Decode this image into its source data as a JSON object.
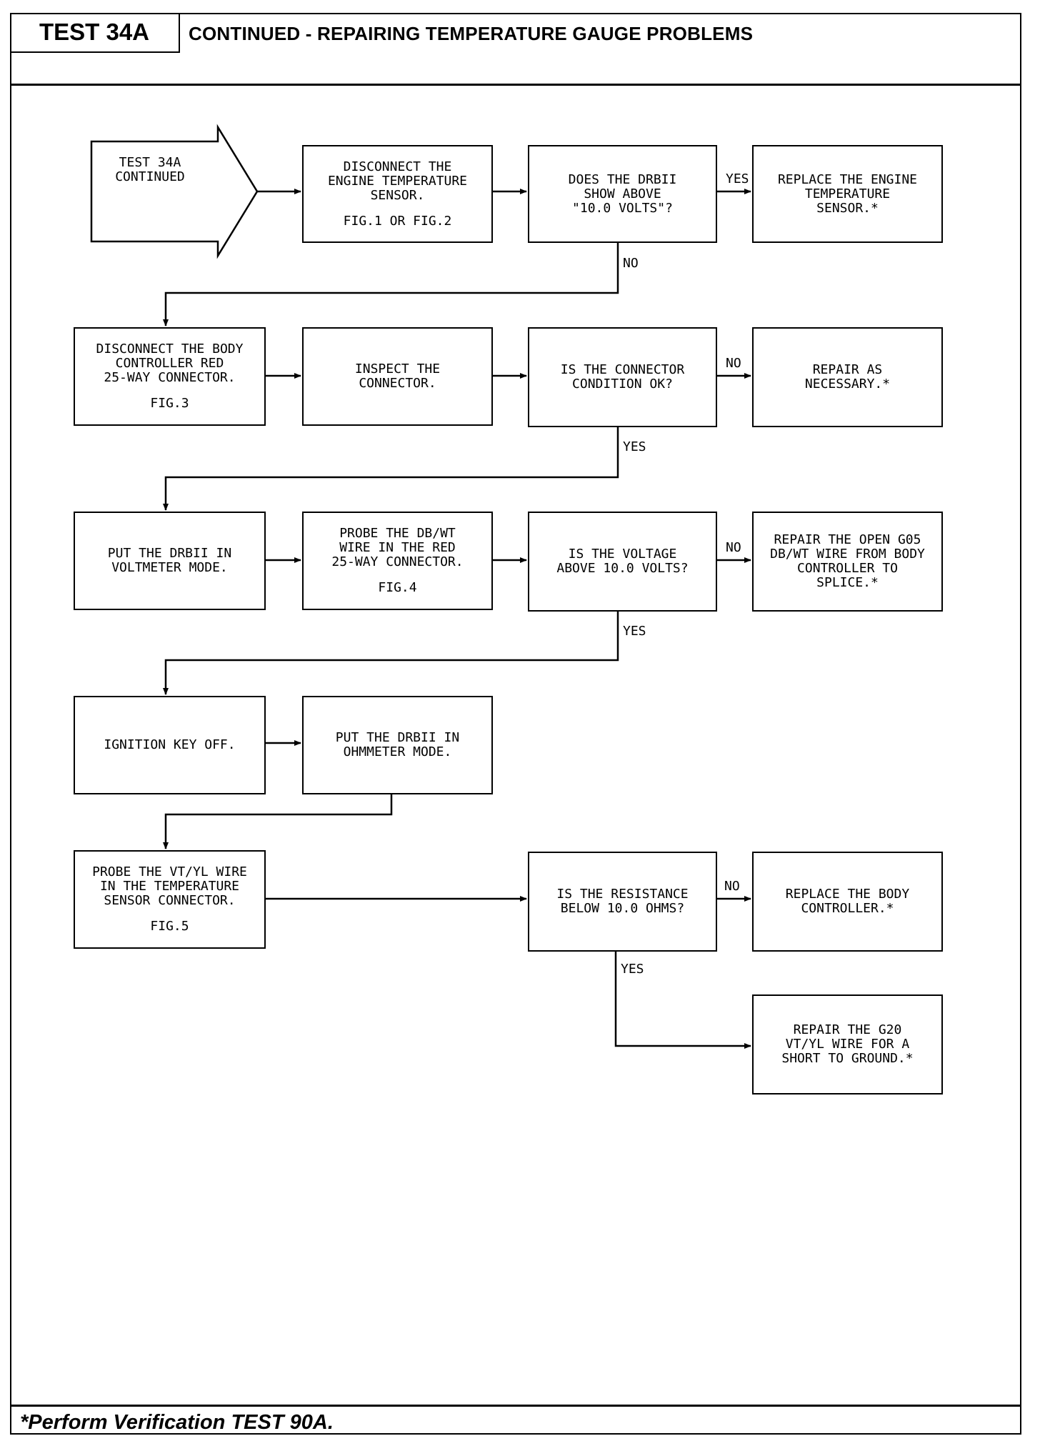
{
  "header": {
    "test_label": "TEST 34A",
    "title": "CONTINUED - REPAIRING TEMPERATURE GAUGE PROBLEMS"
  },
  "start": {
    "label": "TEST 34A\nCONTINUED"
  },
  "boxes": {
    "disconnect_sensor": {
      "text": "DISCONNECT THE\nENGINE TEMPERATURE\nSENSOR.",
      "ref": "FIG.1 OR FIG.2"
    },
    "drbii_volts": {
      "text": "DOES THE DRBII\nSHOW ABOVE\n\"10.0 VOLTS\"?"
    },
    "replace_sensor": {
      "text": "REPLACE THE ENGINE\nTEMPERATURE\nSENSOR.*"
    },
    "disconnect_body": {
      "text": "DISCONNECT THE BODY\nCONTROLLER RED\n25-WAY CONNECTOR.",
      "ref": "FIG.3"
    },
    "inspect_connector": {
      "text": "INSPECT THE\nCONNECTOR."
    },
    "connector_ok": {
      "text": "IS THE CONNECTOR\nCONDITION OK?"
    },
    "repair_necessary": {
      "text": "REPAIR AS\nNECESSARY.*"
    },
    "voltmeter_mode": {
      "text": "PUT THE DRBII IN\nVOLTMETER MODE."
    },
    "probe_dbwt": {
      "text": "PROBE THE DB/WT\nWIRE IN THE RED\n25-WAY CONNECTOR.",
      "ref": "FIG.4"
    },
    "voltage_above": {
      "text": "IS THE VOLTAGE\nABOVE 10.0 VOLTS?"
    },
    "repair_g05": {
      "text": "REPAIR THE OPEN G05\nDB/WT WIRE FROM BODY\nCONTROLLER TO\nSPLICE.*"
    },
    "ignition_off": {
      "text": "IGNITION KEY OFF."
    },
    "ohmmeter_mode": {
      "text": "PUT THE DRBII IN\nOHMMETER MODE."
    },
    "probe_vtyl": {
      "text": "PROBE THE VT/YL WIRE\nIN THE TEMPERATURE\nSENSOR CONNECTOR.",
      "ref": "FIG.5"
    },
    "resistance_below": {
      "text": "IS THE RESISTANCE\nBELOW 10.0 OHMS?"
    },
    "replace_body": {
      "text": "REPLACE THE BODY\nCONTROLLER.*"
    },
    "repair_g20": {
      "text": "REPAIR THE G20\nVT/YL WIRE FOR A\nSHORT TO GROUND.*"
    }
  },
  "labels": {
    "yes1": "YES",
    "no1": "NO",
    "no2": "NO",
    "yes2": "YES",
    "no3": "NO",
    "yes3": "YES",
    "no4": "NO",
    "yes4": "YES"
  },
  "footer": {
    "note": "*Perform Verification TEST 90A."
  }
}
